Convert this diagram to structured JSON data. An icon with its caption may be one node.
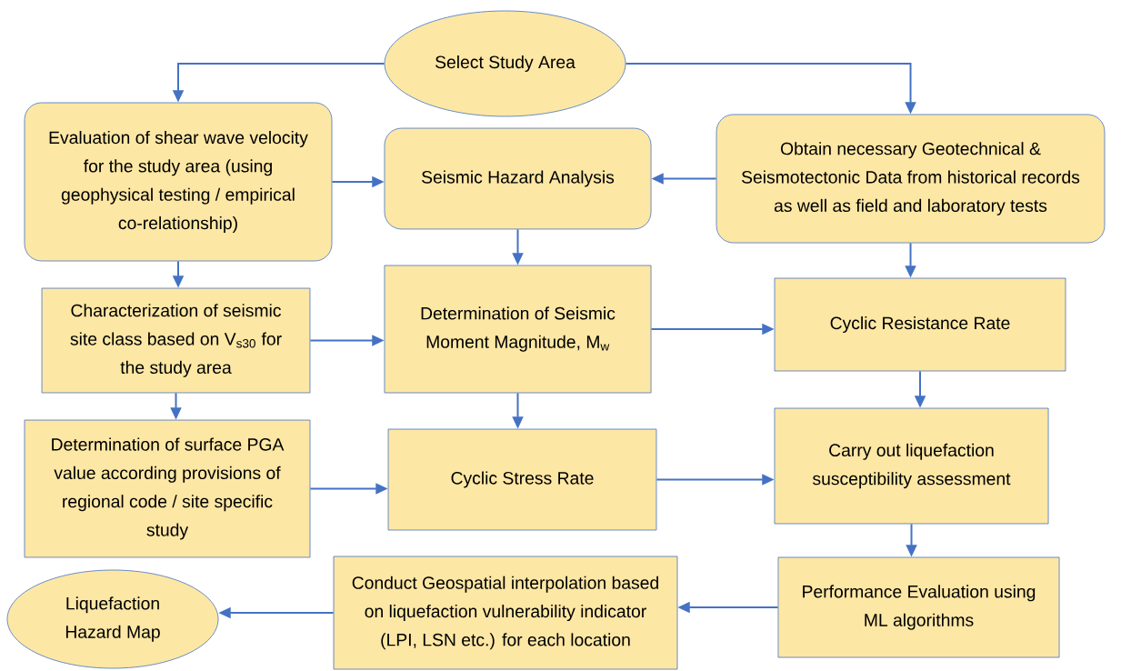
{
  "diagram": {
    "nodes": [
      {
        "text": [
          "Select Study Area"
        ]
      },
      {
        "text": [
          "Evaluation of shear wave velocity for the study area (using geophysical testing / empirical co-relationship)"
        ]
      },
      {
        "text": [
          "Seismic Hazard Analysis"
        ]
      },
      {
        "text": [
          "Obtain necessary Geotechnical & Seismotectonic Data from historical records as well as field and laboratory tests"
        ]
      },
      {
        "text": [
          "Characterization of seismic site class based on V$_{s30}$ for the study area"
        ]
      },
      {
        "text": [
          "Determination of Seismic Moment Magnitude, M$_{w}$"
        ]
      },
      {
        "text": [
          "Cyclic Resistance Rate"
        ]
      },
      {
        "text": [
          "Determination of surface PGA value according provisions of regional code / site specific study"
        ]
      },
      {
        "text": [
          "Cyclic Stress Rate"
        ]
      },
      {
        "text": [
          "Carry out liquefaction susceptibility assessment"
        ]
      },
      {
        "text": [
          "Performance Evaluation using ML algorithms"
        ]
      },
      {
        "text": [
          "Conduct Geospatial interpolation based on liquefaction vulnerability indicator (LPI, LSN etc.) for each location"
        ]
      },
      {
        "text": [
          "Liquefaction Hazard Map"
        ]
      }
    ],
    "edges": [
      {
        "from": 0,
        "to": 1,
        "arrow": "to"
      },
      {
        "from": 0,
        "to": 3,
        "arrow": "to"
      },
      {
        "from": 1,
        "to": 2,
        "arrow": "to"
      },
      {
        "from": 3,
        "to": 2,
        "arrow": "to"
      },
      {
        "from": 1,
        "to": 4,
        "arrow": "to"
      },
      {
        "from": 2,
        "to": 5,
        "arrow": "to"
      },
      {
        "from": 3,
        "to": 6,
        "arrow": "to"
      },
      {
        "from": 4,
        "to": 5,
        "arrow": "to"
      },
      {
        "from": 5,
        "to": 6,
        "arrow": "to"
      },
      {
        "from": 4,
        "to": 7,
        "arrow": "to"
      },
      {
        "from": 5,
        "to": 8,
        "arrow": "to"
      },
      {
        "from": 6,
        "to": 9,
        "arrow": "to"
      },
      {
        "from": 7,
        "to": 8,
        "arrow": "to"
      },
      {
        "from": 8,
        "to": 9,
        "arrow": "to"
      },
      {
        "from": 9,
        "to": 10,
        "arrow": "to"
      },
      {
        "from": 10,
        "to": 11,
        "arrow": "to"
      },
      {
        "from": 11,
        "to": 12,
        "arrow": "to"
      }
    ]
  }
}
